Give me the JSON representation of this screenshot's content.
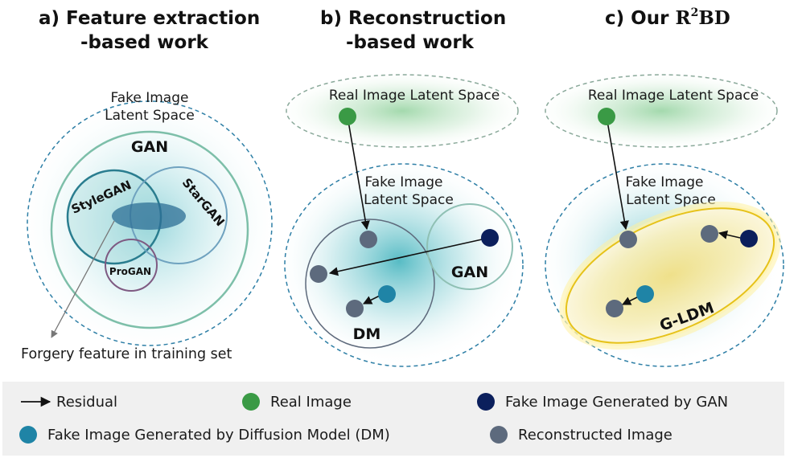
{
  "titles": {
    "a_line1": "a)  Feature extraction",
    "a_line2": "-based work",
    "b_line1": "b) Reconstruction",
    "b_line2": "-based work",
    "c_prefix": "c) Our ",
    "c_base": "R",
    "c_sup": "2",
    "c_suffix": "BD"
  },
  "panel_a": {
    "space_line1": "Fake Image",
    "space_line2": "Latent Space",
    "gan": "GAN",
    "stylegan": "StyleGAN",
    "stargan": "StarGAN",
    "progan": "ProGAN",
    "forgery_note": "Forgery feature in training set"
  },
  "panel_b": {
    "real_space": "Real Image Latent Space",
    "fake_line1": "Fake Image",
    "fake_line2": "Latent Space",
    "gan": "GAN",
    "dm": "DM"
  },
  "panel_c": {
    "real_space": "Real Image Latent Space",
    "fake_line1": "Fake Image",
    "fake_line2": "Latent Space",
    "gldm": "G-LDM"
  },
  "legend": {
    "residual": "Residual",
    "real_image": "Real Image",
    "fake_gan": "Fake Image Generated by GAN",
    "fake_dm": "Fake Image Generated by Diffusion Model (DM)",
    "reconstructed": "Reconstructed Image"
  },
  "colors": {
    "real": "#3a9a45",
    "fake_gan": "#0b1f5c",
    "fake_dm": "#1f84a6",
    "reconstructed": "#5d6a7d",
    "teal_glow": "#3fb3bf",
    "yellow_region": "#f3e8a0",
    "legend_bg": "#f0f0f0"
  }
}
